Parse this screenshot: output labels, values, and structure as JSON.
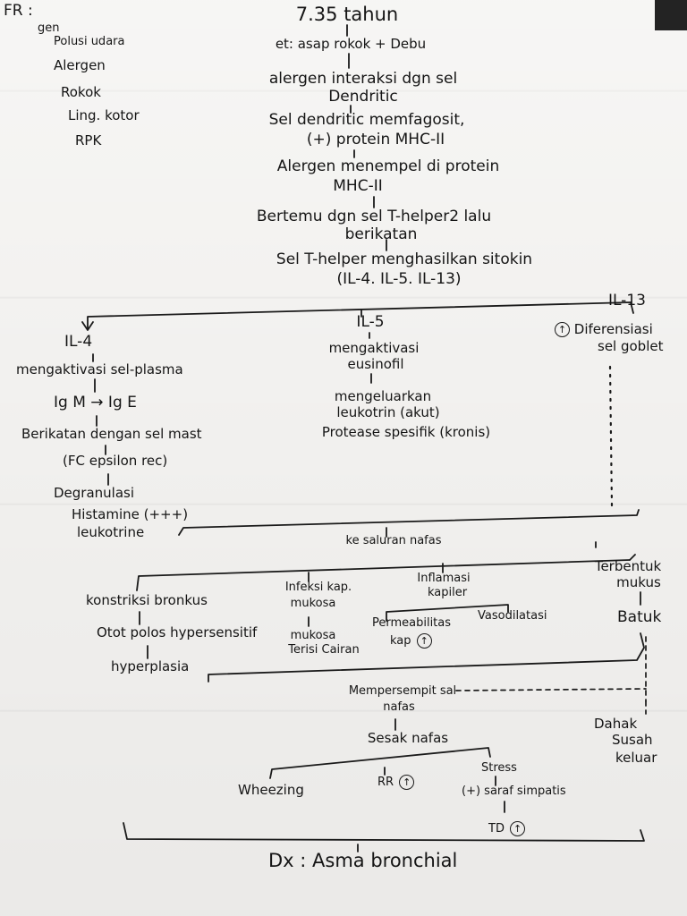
{
  "fr": {
    "title": "FR :",
    "items": [
      "gen",
      "Polusi udara",
      "Alergen",
      "Rokok",
      "Ling. kotor",
      "RPK"
    ]
  },
  "flow": {
    "age": "7.35 tahun",
    "example": "et: asap rokok + Debu",
    "step1a": "alergen interaksi dgn sel",
    "step1b": "Dendritic",
    "step2a": "Sel dendritic memfagosit,",
    "step2b": "(+) protein MHC-II",
    "step3a": "Alergen menempel di protein",
    "step3b": "MHC-II",
    "step4a": "Bertemu dgn sel T-helper2 lalu",
    "step4b": "berikatan",
    "step5a": "Sel T-helper menghasilkan sitokin",
    "step5b": "(IL-4. IL-5. IL-13)"
  },
  "il4": {
    "title": "IL-4",
    "l1": "mengaktivasi sel-plasma",
    "l2": "Ig M → Ig E",
    "l3": "Berikatan dengan sel mast",
    "l4": "(FC epsilon rec)",
    "l5": "Degranulasi",
    "l6a": "Histamine",
    "l6b": "(+++)",
    "l7": "leukotrine"
  },
  "il5": {
    "title": "IL-5",
    "l1": "mengaktivasi",
    "l2": "eusinofil",
    "l3": "mengeluarkan",
    "l4": "leukotrin (akut)",
    "l5": "Protease spesifik (kronis)"
  },
  "il13": {
    "title": "IL-13",
    "up": "↑",
    "l1": "Diferensiasi",
    "l2": "sel goblet"
  },
  "middle": {
    "saluran": "ke saluran nafas",
    "konstriksi": "konstriksi bronkus",
    "otot": "Otot polos hypersensitif",
    "hyper": "hyperplasia",
    "infeksi1": "Infeksi kap.",
    "infeksi2": "mukosa",
    "mukosa1": "mukosa",
    "mukosa2": "Terisi Cairan",
    "inflamasi1": "Inflamasi",
    "inflamasi2": "kapiler",
    "perme1": "Permeabilitas",
    "perme2": "kap",
    "vaso": "Vasodilatasi",
    "terbentuk1": "Terbentuk",
    "terbentuk2": "mukus",
    "batuk": "Batuk"
  },
  "lower": {
    "memper1": "Mempersempit sal",
    "memper2": "nafas",
    "dahak1": "Dahak",
    "dahak2": "Susah",
    "dahak3": "keluar",
    "sesak": "Sesak nafas",
    "wheezing": "Wheezing",
    "rr": "RR",
    "stress": "Stress",
    "saraf": "(+) saraf simpatis",
    "td": "TD",
    "up": "↑"
  },
  "dx": "Dx : Asma bronchial"
}
